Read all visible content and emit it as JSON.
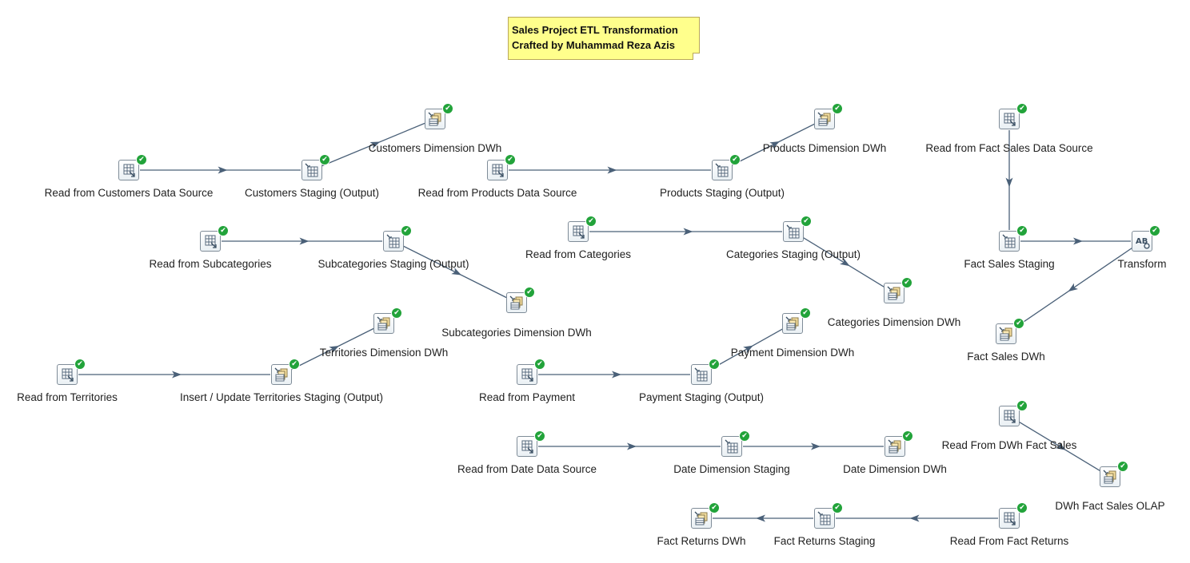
{
  "note": {
    "line1": "Sales Project ETL Transformation",
    "line2": "Crafted by Muhammad Reza Azis"
  },
  "steps": [
    {
      "id": "s1",
      "type": "table-input",
      "label": "Read from Customers Data Source"
    },
    {
      "id": "s2",
      "type": "table-output",
      "label": "Customers Staging (Output)"
    },
    {
      "id": "s3",
      "type": "dim-lookup",
      "label": "Customers Dimension DWh"
    },
    {
      "id": "s4",
      "type": "table-input",
      "label": "Read from Products Data Source"
    },
    {
      "id": "s5",
      "type": "table-output",
      "label": "Products Staging (Output)"
    },
    {
      "id": "s6",
      "type": "dim-lookup",
      "label": "Products Dimension DWh"
    },
    {
      "id": "s7",
      "type": "table-input",
      "label": "Read from Fact Sales Data Source"
    },
    {
      "id": "s8",
      "type": "table-output",
      "label": "Fact Sales Staging"
    },
    {
      "id": "s9",
      "type": "transform",
      "label": "Transform"
    },
    {
      "id": "s10",
      "type": "dim-lookup",
      "label": "Fact Sales DWh"
    },
    {
      "id": "s11",
      "type": "table-input",
      "label": "Read from Subcategories"
    },
    {
      "id": "s12",
      "type": "table-output",
      "label": "Subcategories Staging (Output)"
    },
    {
      "id": "s13",
      "type": "dim-lookup",
      "label": "Subcategories Dimension DWh"
    },
    {
      "id": "s14",
      "type": "table-input",
      "label": "Read from Categories"
    },
    {
      "id": "s15",
      "type": "table-output",
      "label": "Categories Staging (Output)"
    },
    {
      "id": "s16",
      "type": "dim-lookup",
      "label": "Categories Dimension DWh"
    },
    {
      "id": "s17",
      "type": "table-input",
      "label": "Read from Territories"
    },
    {
      "id": "s18",
      "type": "dim-lookup",
      "label": "Insert / Update Territories Staging (Output)"
    },
    {
      "id": "s19",
      "type": "dim-lookup",
      "label": "Territories Dimension DWh"
    },
    {
      "id": "s20",
      "type": "table-input",
      "label": "Read from Payment"
    },
    {
      "id": "s21",
      "type": "table-output",
      "label": "Payment Staging (Output)"
    },
    {
      "id": "s22",
      "type": "dim-lookup",
      "label": "Payment Dimension DWh"
    },
    {
      "id": "s23",
      "type": "table-input",
      "label": "Read from Date Data Source"
    },
    {
      "id": "s24",
      "type": "table-output",
      "label": "Date Dimension Staging"
    },
    {
      "id": "s25",
      "type": "dim-lookup",
      "label": "Date Dimension DWh"
    },
    {
      "id": "s26",
      "type": "table-input",
      "label": "Read From DWh Fact Sales"
    },
    {
      "id": "s27",
      "type": "dim-lookup",
      "label": "DWh Fact Sales OLAP"
    },
    {
      "id": "s28",
      "type": "table-input",
      "label": "Read From Fact Returns"
    },
    {
      "id": "s29",
      "type": "table-output",
      "label": "Fact Returns Staging"
    },
    {
      "id": "s30",
      "type": "dim-lookup",
      "label": "Fact Returns DWh"
    }
  ],
  "hops": [
    [
      "s1",
      "s2"
    ],
    [
      "s2",
      "s3"
    ],
    [
      "s4",
      "s5"
    ],
    [
      "s5",
      "s6"
    ],
    [
      "s7",
      "s8"
    ],
    [
      "s8",
      "s9"
    ],
    [
      "s9",
      "s10"
    ],
    [
      "s11",
      "s12"
    ],
    [
      "s12",
      "s13"
    ],
    [
      "s14",
      "s15"
    ],
    [
      "s15",
      "s16"
    ],
    [
      "s17",
      "s18"
    ],
    [
      "s18",
      "s19"
    ],
    [
      "s20",
      "s21"
    ],
    [
      "s21",
      "s22"
    ],
    [
      "s23",
      "s24"
    ],
    [
      "s24",
      "s25"
    ],
    [
      "s26",
      "s27"
    ],
    [
      "s28",
      "s29"
    ],
    [
      "s29",
      "s30"
    ]
  ],
  "colors": {
    "hop": "#4a6078",
    "check": "#22a33a",
    "note": "#ffff8c"
  }
}
